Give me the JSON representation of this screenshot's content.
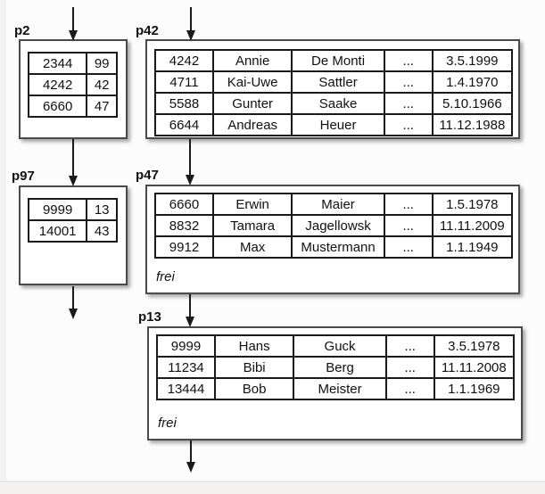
{
  "colors": {
    "background": "#fcfcfc",
    "box_border": "#4a4a4a",
    "table_border": "#1a1a1a",
    "text": "#111111",
    "slide_edge": "#f3f1f0"
  },
  "diagram": {
    "pages": [
      {
        "label": "p2",
        "kind": "index-page",
        "rows": [
          [
            "2344",
            "99"
          ],
          [
            "4242",
            "42"
          ],
          [
            "6660",
            "47"
          ]
        ]
      },
      {
        "label": "p42",
        "kind": "data-page",
        "rows": [
          [
            "4242",
            "Annie",
            "De Monti",
            "...",
            "3.5.1999"
          ],
          [
            "4711",
            "Kai-Uwe",
            "Sattler",
            "...",
            "1.4.1970"
          ],
          [
            "5588",
            "Gunter",
            "Saake",
            "...",
            "5.10.1966"
          ],
          [
            "6644",
            "Andreas",
            "Heuer",
            "...",
            "11.12.1988"
          ]
        ]
      },
      {
        "label": "p97",
        "kind": "index-page",
        "rows": [
          [
            "9999",
            "13"
          ],
          [
            "14001",
            "43"
          ]
        ]
      },
      {
        "label": "p47",
        "kind": "data-page",
        "rows": [
          [
            "6660",
            "Erwin",
            "Maier",
            "...",
            "1.5.1978"
          ],
          [
            "8832",
            "Tamara",
            "Jagellowsk",
            "...",
            "11.11.2009"
          ],
          [
            "9912",
            "Max",
            "Mustermann",
            "...",
            "1.1.1949"
          ]
        ],
        "free_label": "frei"
      },
      {
        "label": "p13",
        "kind": "data-page",
        "rows": [
          [
            "9999",
            "Hans",
            "Guck",
            "...",
            "3.5.1978"
          ],
          [
            "11234",
            "Bibi",
            "Berg",
            "...",
            "11.11.2008"
          ],
          [
            "13444",
            "Bob",
            "Meister",
            "...",
            "1.1.1969"
          ]
        ],
        "free_label": "frei"
      }
    ]
  }
}
